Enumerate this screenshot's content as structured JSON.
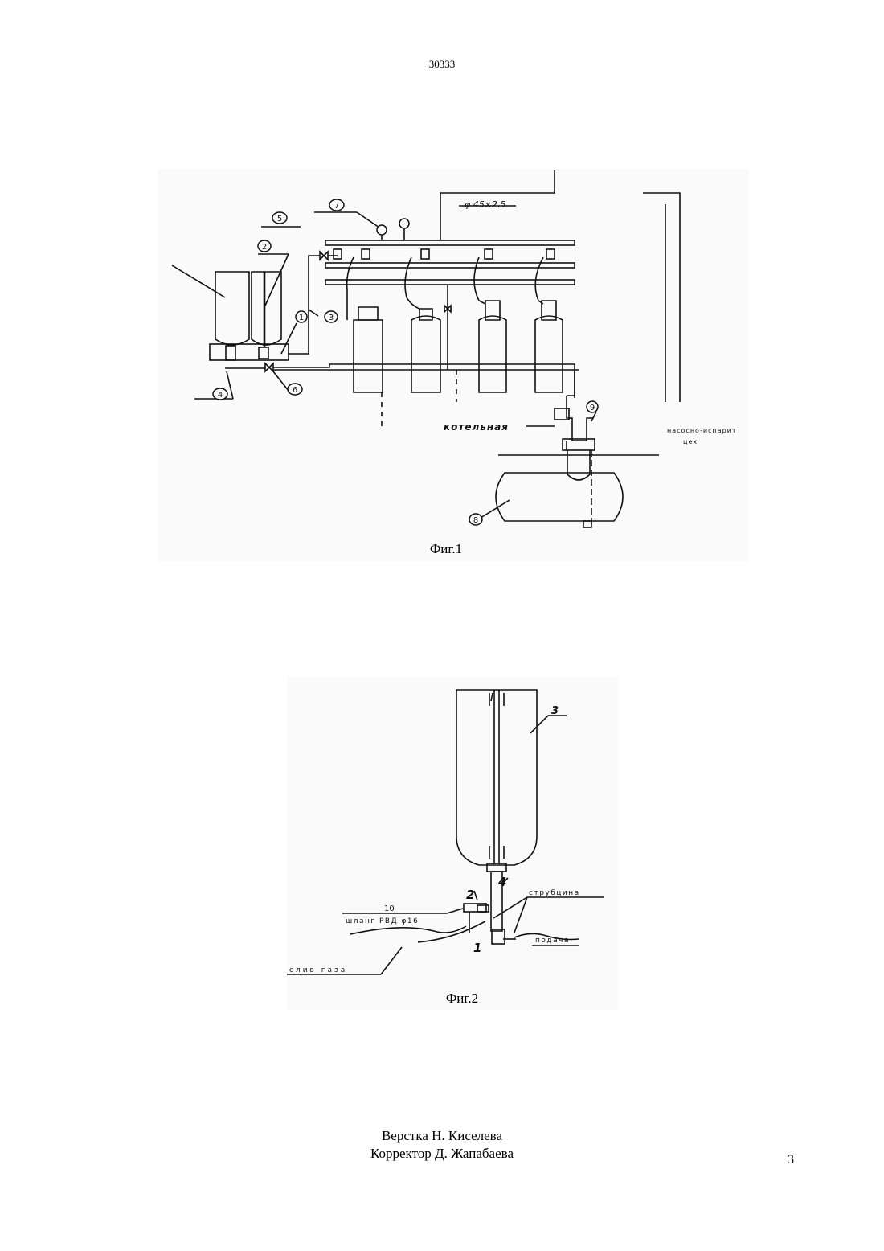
{
  "header": {
    "patent_number": "30333"
  },
  "figure1": {
    "caption": "Фиг.1",
    "labels": {
      "pipe_spec": "φ 45×2.5",
      "boiler_room": "котельная",
      "pump_shop_line1": "насосно-испарит",
      "pump_shop_line2": "цех"
    },
    "callouts": [
      "1",
      "2",
      "3",
      "4",
      "5",
      "6",
      "7",
      "8",
      "9"
    ]
  },
  "figure2": {
    "caption": "Фиг.2",
    "labels": {
      "clamp": "струбцина",
      "hose": "шланг РВД φ16",
      "gas_drain": "слив газа",
      "supply": "подача",
      "num_10": "10",
      "num_1": "1",
      "num_2": "2",
      "num_3": "3",
      "num_4": "4"
    }
  },
  "footer": {
    "layout_credit": "Верстка Н. Киселева",
    "proofreader_credit": "Корректор Д. Жапабаева",
    "page_number": "3"
  }
}
